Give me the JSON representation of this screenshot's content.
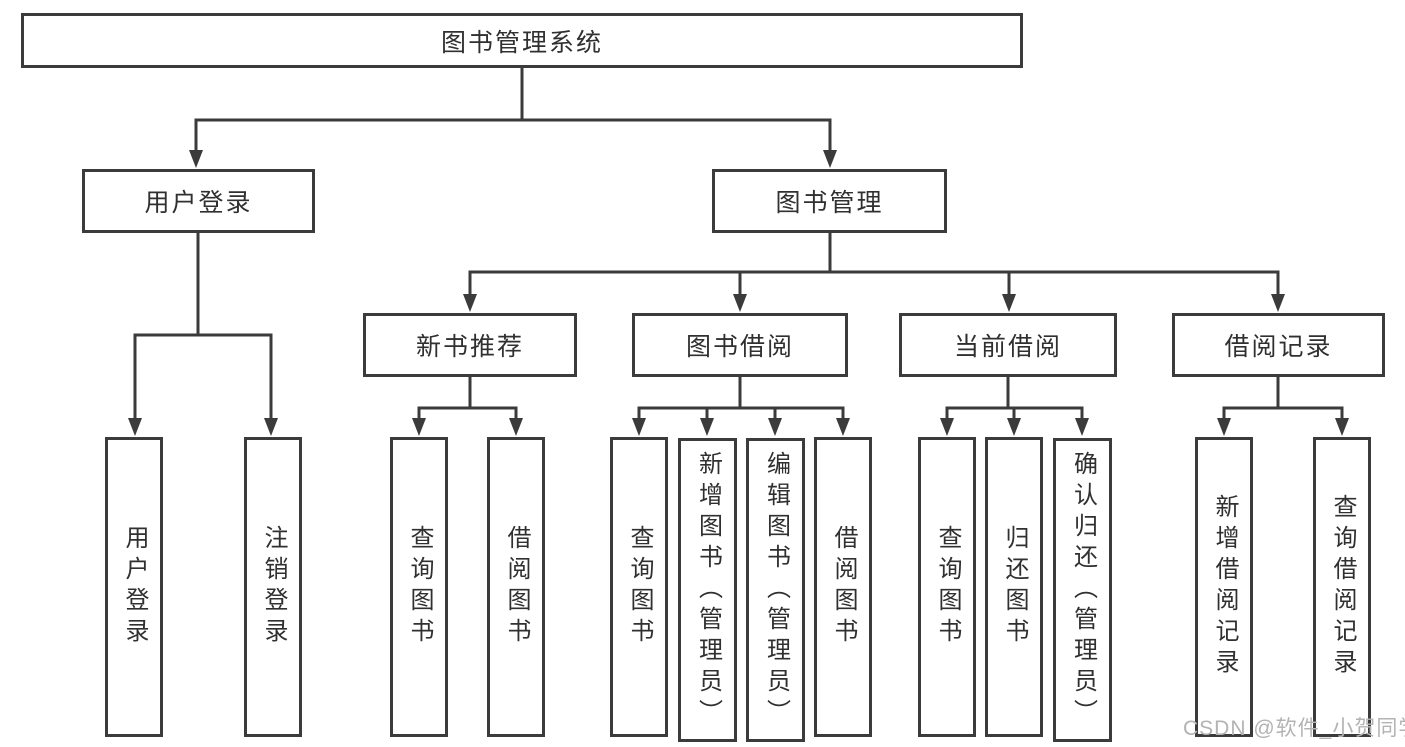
{
  "tree": {
    "root": {
      "label": "图书管理系统"
    },
    "branches": [
      {
        "label": "用户登录",
        "children": [
          {
            "label": "用户登录"
          },
          {
            "label": "注销登录"
          }
        ]
      },
      {
        "label": "图书管理",
        "children": [
          {
            "label": "新书推荐",
            "children": [
              {
                "label": "查询图书"
              },
              {
                "label": "借阅图书"
              }
            ]
          },
          {
            "label": "图书借阅",
            "children": [
              {
                "label": "查询图书"
              },
              {
                "label": "新增图书（管理员）"
              },
              {
                "label": "编辑图书（管理员）"
              },
              {
                "label": "借阅图书"
              }
            ]
          },
          {
            "label": "当前借阅",
            "children": [
              {
                "label": "查询图书"
              },
              {
                "label": "归还图书"
              },
              {
                "label": "确认归还（管理员）"
              }
            ]
          },
          {
            "label": "借阅记录",
            "children": [
              {
                "label": "新增借阅记录"
              },
              {
                "label": "查询借阅记录"
              }
            ]
          }
        ]
      }
    ]
  },
  "watermark": {
    "text": "CSDN @软件_小贺同学"
  },
  "colors": {
    "line": "#3b3b3b",
    "text": "#303030",
    "watermark": "#b3b3b3",
    "background": "#ffffff"
  }
}
